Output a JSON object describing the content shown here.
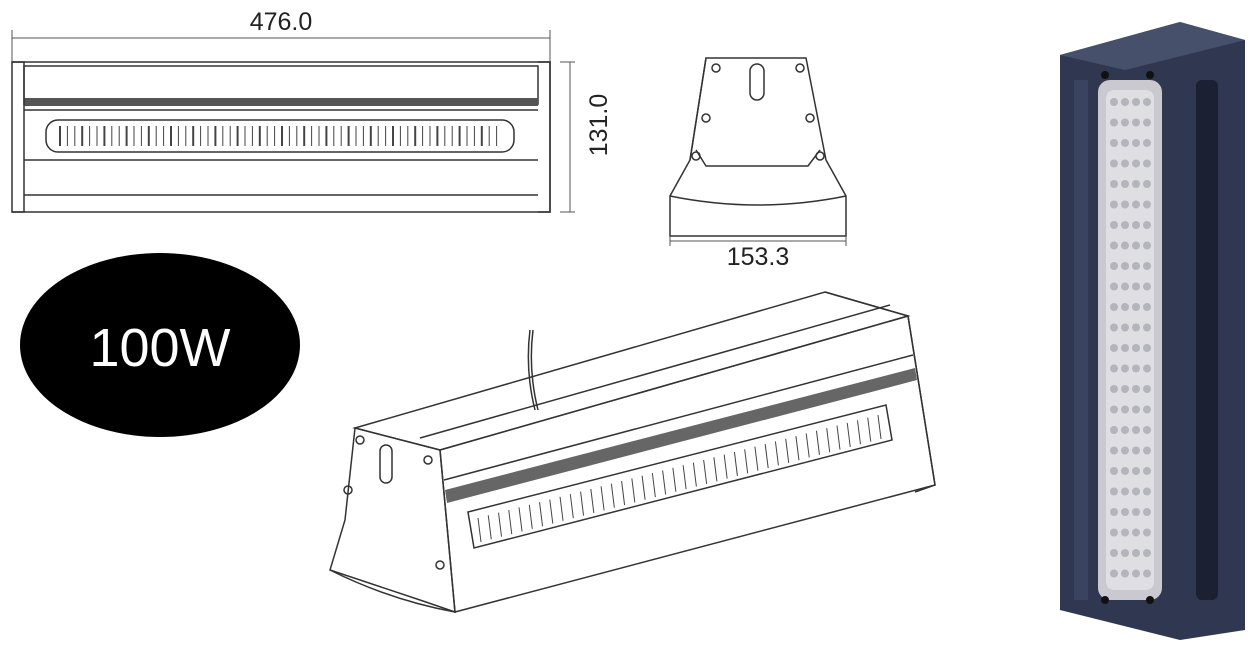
{
  "dimensions": {
    "length": "476.0",
    "height": "131.0",
    "width": "153.3"
  },
  "power_badge": {
    "label": "100W",
    "bg_color": "#000000",
    "text_color": "#ffffff"
  },
  "colors": {
    "line": "#333333",
    "housing": "#2f3850",
    "lens": "#c9c9cf"
  }
}
